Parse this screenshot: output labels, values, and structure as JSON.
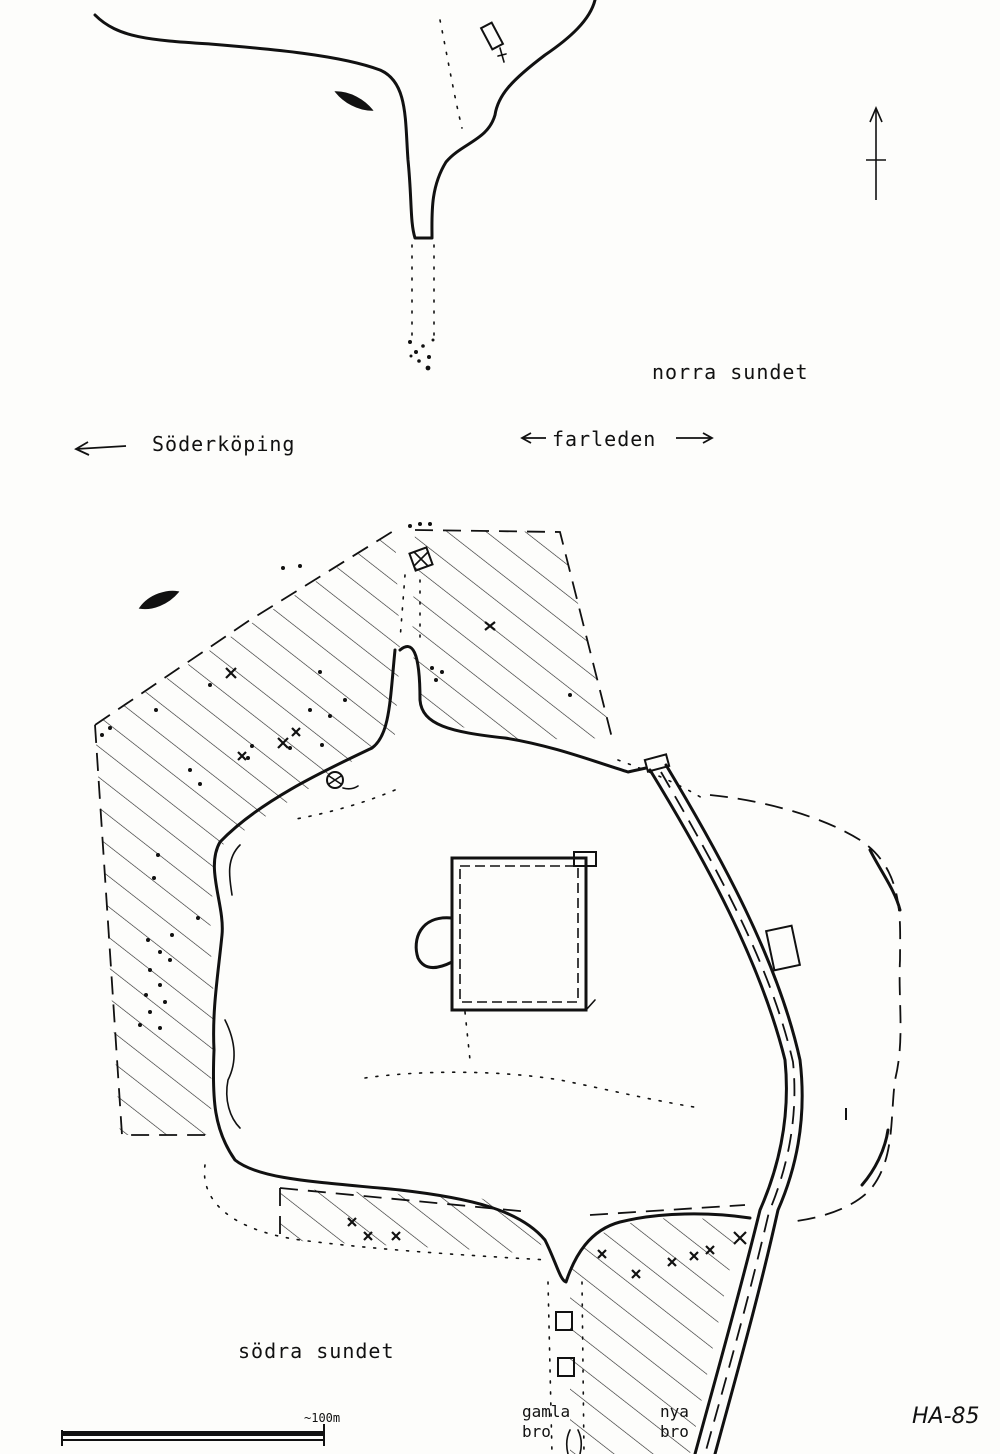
{
  "labels": {
    "norra_sundet": "norra  sundet",
    "soderkoping": "Söderköping",
    "farleden": "farleden",
    "sodra_sundet": "södra sundet",
    "gamla_bro_line1": "gamla",
    "gamla_bro_line2": "bro",
    "nya_bro_line1": "nya",
    "nya_bro_line2": "bro",
    "scale_value": "~100m",
    "signature": "HA-85"
  },
  "colors": {
    "ink": "#111111",
    "paper": "#fdfdfb"
  },
  "icons": {
    "north_arrow": "north-arrow-icon",
    "left_arrow": "arrow-left-icon",
    "right_arrow": "arrow-right-icon"
  }
}
